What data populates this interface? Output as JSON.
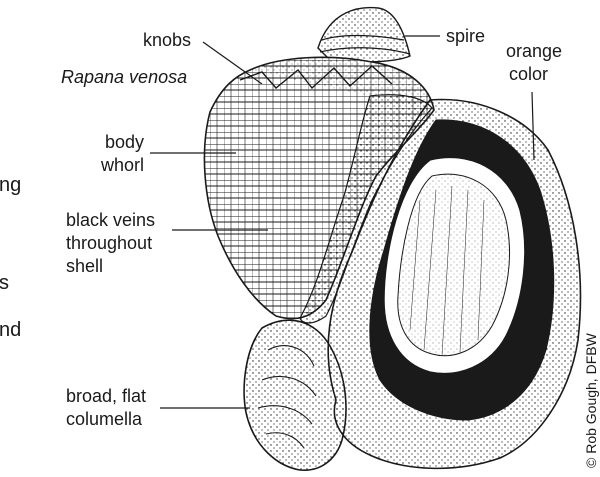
{
  "species_name": "Rapana venosa",
  "labels": {
    "knobs": "knobs",
    "spire": "spire",
    "orange_color_line1": "orange",
    "orange_color_line2": "color",
    "body_whorl_line1": "body",
    "body_whorl_line2": "whorl",
    "black_veins_line1": "black veins",
    "black_veins_line2": "throughout",
    "black_veins_line3": "shell",
    "columella_line1": "broad, flat",
    "columella_line2": "columella"
  },
  "edge_text": [
    "ng",
    "s",
    "nd"
  ],
  "credit": "© Rob Gough, DFBW",
  "colors": {
    "ink": "#1a1a1a",
    "background": "#ffffff"
  }
}
